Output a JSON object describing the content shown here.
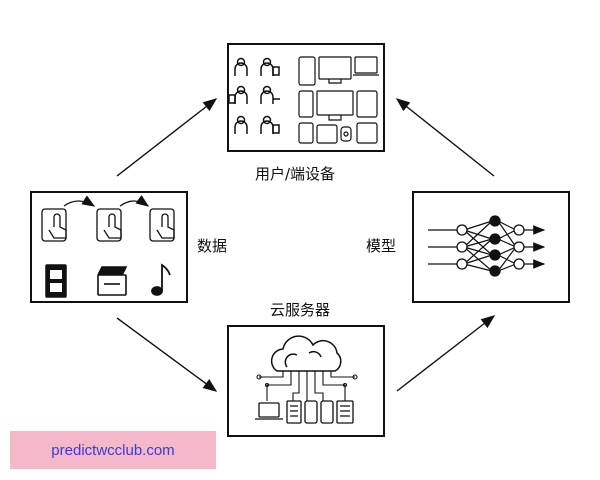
{
  "nodes": {
    "devices": {
      "label": "用户/端设备"
    },
    "data": {
      "label": "数据"
    },
    "model": {
      "label": "模型"
    },
    "cloud": {
      "label": "云服务器"
    }
  },
  "watermark": {
    "text": "predictwcclub.com"
  },
  "colors": {
    "stroke": "#111111",
    "watermark_bg": "#f5b8c8",
    "watermark_text": "#3b3bd6"
  }
}
